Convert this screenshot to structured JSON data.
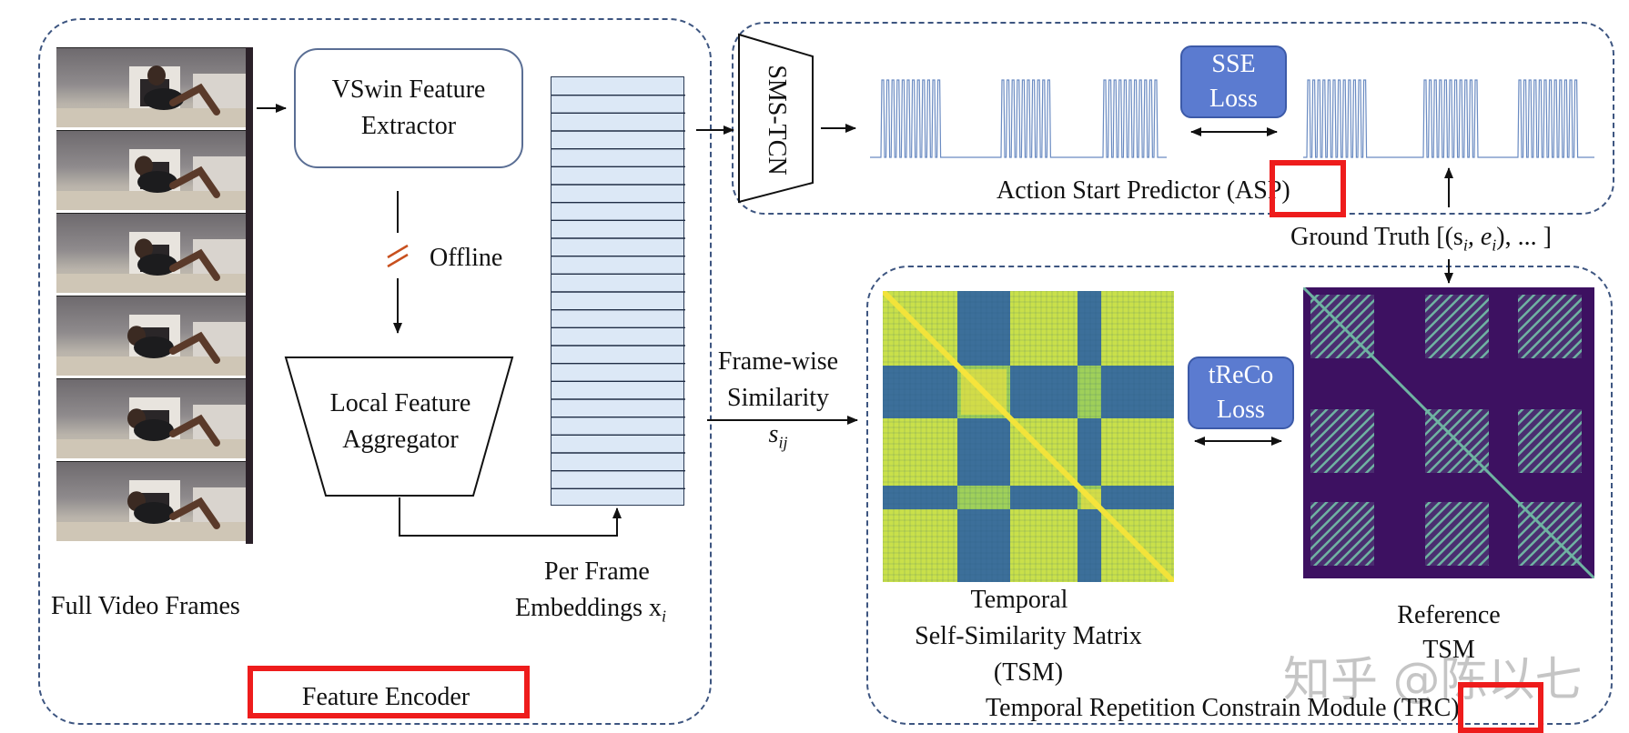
{
  "feature_encoder": {
    "title": "Feature Encoder",
    "frames_label": "Full Video Frames",
    "vswin": [
      "VSwin Feature",
      "Extractor"
    ],
    "offline_label": "Offline",
    "aggregator": [
      "Local Feature",
      "Aggregator"
    ],
    "embeddings_label": [
      "Per Frame",
      "Embeddings x",
      "i"
    ],
    "frame_count": 6,
    "embedding_rows": 24
  },
  "middle": {
    "similarity": [
      "Frame-wise",
      "Similarity",
      "s",
      "ij"
    ]
  },
  "asp": {
    "tcn_label": "SMS-TCN",
    "title_prefix": "Action Start Predictor ",
    "title_abbr": "(ASP)",
    "loss": [
      "SSE",
      "Loss"
    ],
    "ground_truth": "Ground Truth [(s",
    "ground_truth_rest": ", e",
    "ground_truth_end": "), ... ]",
    "gt_sub_s": "i",
    "gt_sub_e": "i"
  },
  "trc": {
    "tsm_label": [
      "Temporal",
      "Self-Similarity Matrix",
      "(TSM)"
    ],
    "loss": [
      "tReCo",
      "Loss"
    ],
    "reference_label": [
      "Reference",
      "TSM"
    ],
    "title_prefix": "Temporal Repetition Constrain Module ",
    "title_abbr": "(TRC)"
  },
  "watermark": "知乎 @陈以七",
  "colors": {
    "panel_border": "#3d5580",
    "loss_fill": "#5b7bd0",
    "highlight": "#ee1c1c",
    "embedding_fill": "#dce8f6",
    "tsm_yellow": "#c9e04a",
    "tsm_blue": "#3c6f9a",
    "ref_purple": "#3d1161",
    "ref_stripe": "#6fb3a2",
    "signal": "#6a8bc2"
  },
  "icons": [
    "arrow-right-icon",
    "double-arrow-icon",
    "break-icon"
  ]
}
